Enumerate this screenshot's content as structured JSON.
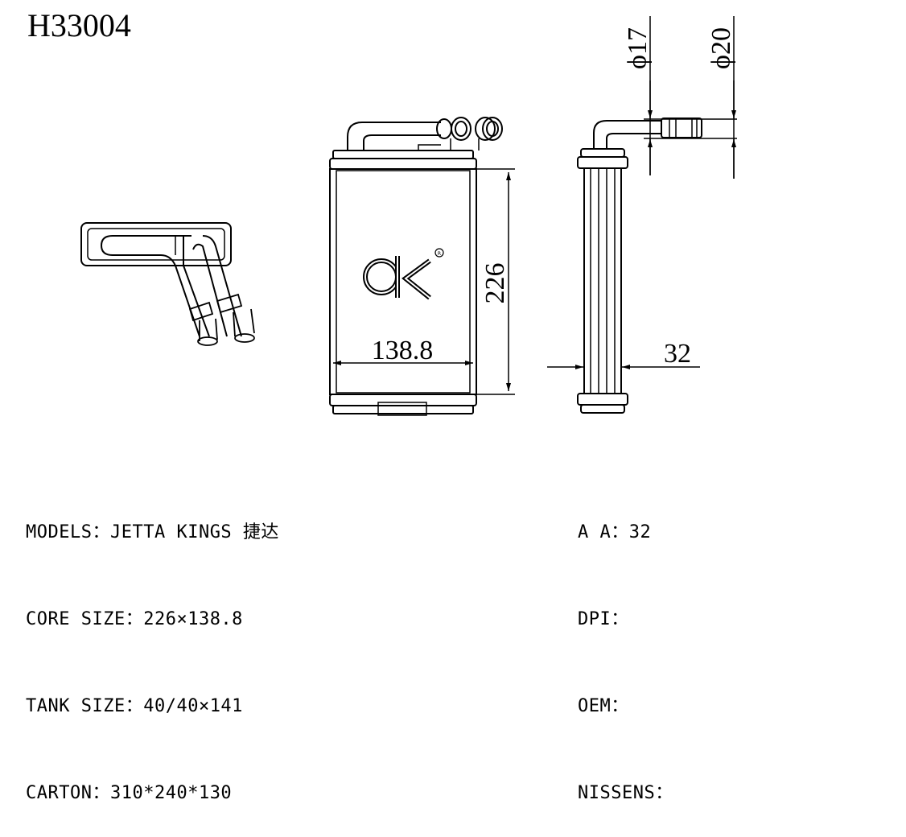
{
  "title": "H33004",
  "brand_mark": "CK",
  "registered_mark": "R",
  "dimensions": {
    "height": "226",
    "width": "138.8",
    "depth": "32",
    "pipe_small": "ϕ17",
    "pipe_large": "ϕ20"
  },
  "specs_left": [
    {
      "label": "MODELS：",
      "value": "JETTA KINGS 捷达"
    },
    {
      "label": "CORE SIZE：",
      "value": "226×138.8"
    },
    {
      "label": "TANK SIZE：",
      "value": "40/40×141"
    },
    {
      "label": "CARTON：",
      "value": "310*240*130"
    }
  ],
  "specs_right": [
    {
      "label": "A A：",
      "value": "32"
    },
    {
      "label": "DPI：",
      "value": ""
    },
    {
      "label": "OEM：",
      "value": ""
    },
    {
      "label": "NISSENS：",
      "value": ""
    }
  ]
}
